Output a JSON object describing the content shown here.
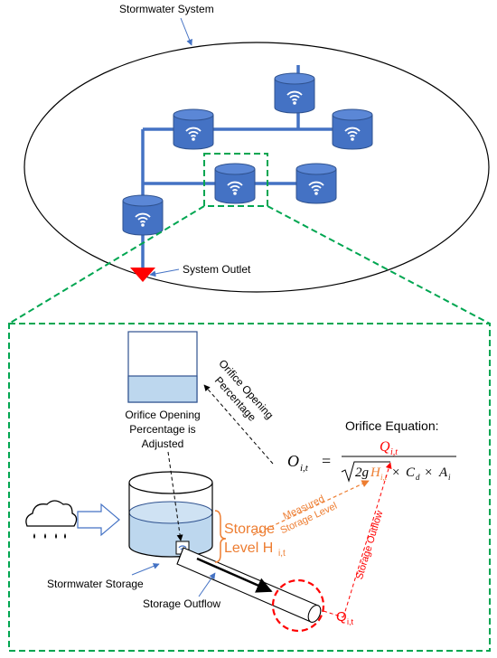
{
  "labels": {
    "system": "Stormwater System",
    "outlet": "System Outlet",
    "adjusted_1": "Orifice Opening",
    "adjusted_2": "Percentage is",
    "adjusted_3": "Adjusted",
    "ood_1": "Orifice Opening",
    "ood_2": "Percentage",
    "equation_title": "Orifice Equation:",
    "storage_level": "Storage",
    "storage_level_2": "Level H",
    "storage_level_sub": "i,t",
    "measured_1": "Measured",
    "measured_2": "Storage Level",
    "storage_outflow_diag": "Storage Outflow",
    "stormwater_storage": "Stormwater Storage",
    "storage_outflow": "Storage Outflow",
    "q_main": "Q",
    "q_sub": "i,t"
  },
  "equation": {
    "lhs": "O",
    "lhs_sub": "i,t",
    "equals": "=",
    "num": "Q",
    "num_sub": "i,t",
    "sqrt_2g": "2g",
    "h": "H",
    "h_sub": "i,t",
    "times1": "×",
    "cd": "C",
    "cd_sub": "d",
    "times2": "×",
    "a": "A",
    "a_sub": "i"
  },
  "colors": {
    "network_blue": "#4472C4",
    "tank_blue": "#4472C4",
    "zoom_green": "#00A651",
    "orange": "#ED7D31",
    "red": "#FF0000",
    "water": "#BDD7EE"
  },
  "icons": {
    "sensor": "wifi-signal-icon",
    "weather": "rain-cloud-icon",
    "outlet": "red-triangle-icon"
  }
}
